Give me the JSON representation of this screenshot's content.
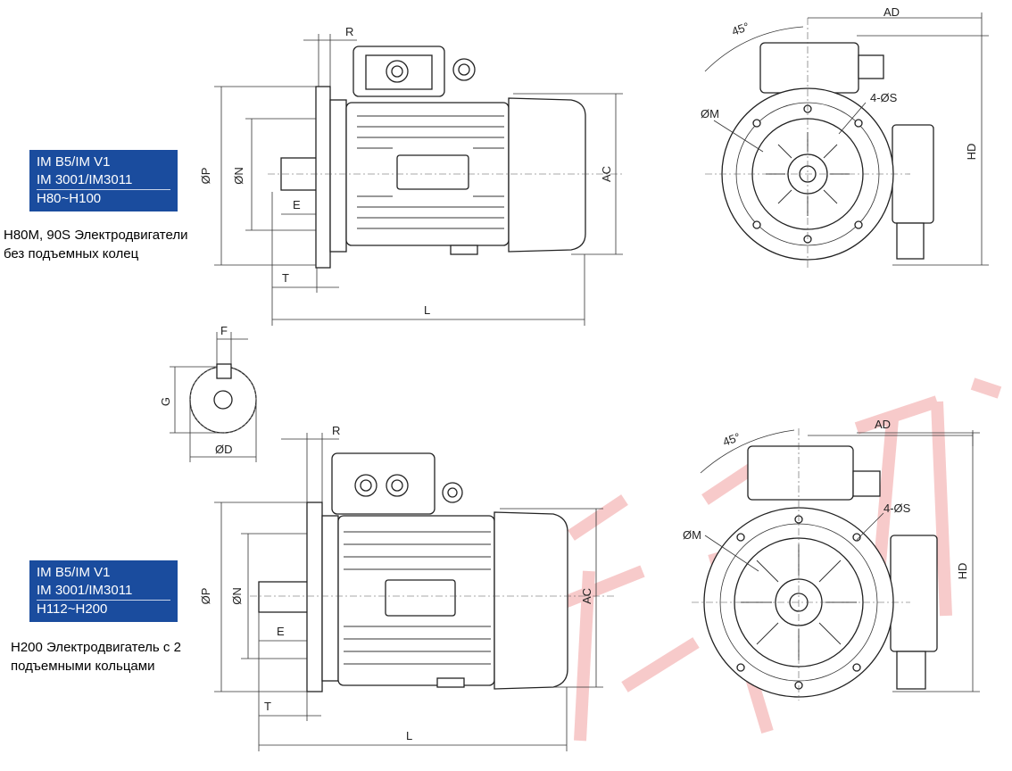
{
  "top": {
    "badge": [
      "IM B5/IM V1",
      "IM 3001/IM3011",
      "H80~H100"
    ],
    "note": [
      "H80M, 90S Электродвигатели",
      "без подъемных колец"
    ]
  },
  "bottom": {
    "badge": [
      "IM B5/IM V1",
      "IM 3001/IM3011",
      "H112~H200"
    ],
    "note": [
      "H200 Электродвигатель с 2",
      "подъемными кольцами"
    ]
  },
  "dims": {
    "R": "R",
    "P": "ØP",
    "N": "ØN",
    "E": "E",
    "T": "T",
    "L": "L",
    "AC": "AC",
    "AD": "AD",
    "HD": "HD",
    "M": "ØM",
    "S": "4-ØS",
    "angle": "45°",
    "F": "F",
    "G": "G",
    "D": "ØD"
  }
}
